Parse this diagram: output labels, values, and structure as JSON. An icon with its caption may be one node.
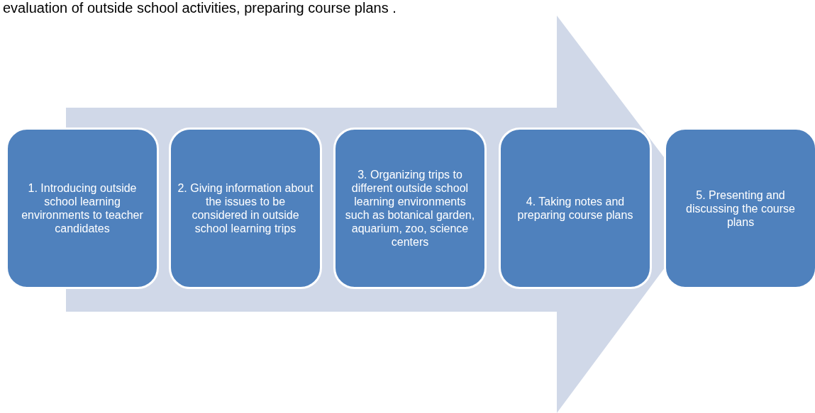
{
  "diagram": {
    "title": "evaluation of outside school activities, preparing course plans .",
    "nodes": [
      {
        "text": [
          "1. Introducing outside school learning environments to teacher candidates"
        ]
      },
      {
        "text": [
          "2. Giving information about the issues to be considered in outside school learning trips"
        ]
      },
      {
        "text": [
          "3. Organizing trips to different outside school learning environments such as botanical garden, aquarium, zoo, science centers"
        ]
      },
      {
        "text": [
          "4. Taking notes and preparing course plans"
        ]
      },
      {
        "text": [
          "5. Presenting and discussing the course plans"
        ]
      }
    ],
    "edges": [
      {
        "from": 0,
        "to": 4,
        "arrow": "to"
      }
    ]
  }
}
